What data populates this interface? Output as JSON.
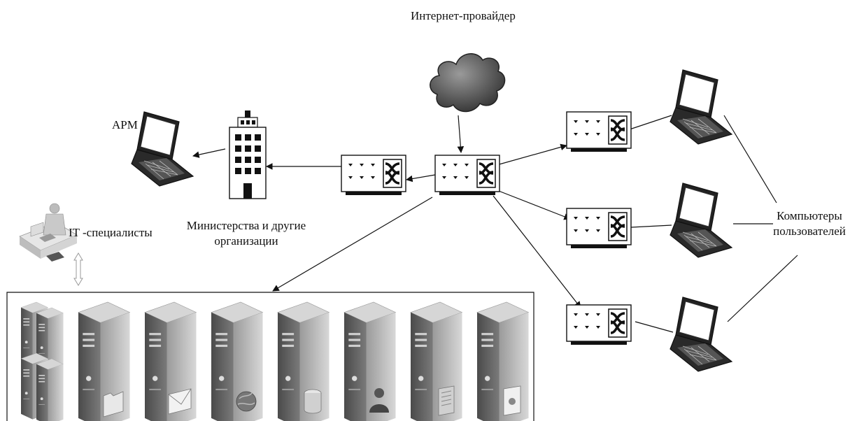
{
  "labels": {
    "isp": "Интернет-провайдер",
    "apm": "АРМ",
    "ministries_line1": "Министерства и другие",
    "ministries_line2": "организации",
    "it_specialists": "IT -специалисты",
    "users_line1": "Компьютеры",
    "users_line2": "пользователей"
  },
  "icons": {
    "cloud": "cloud-icon",
    "switch": "network-switch-icon",
    "laptop": "laptop-icon",
    "building": "office-building-icon",
    "operator": "it-operator-icon",
    "server": "tower-server-icon",
    "server_rack": "server-rack-icon"
  },
  "server_badges": [
    "none",
    "folder",
    "mail",
    "globe",
    "database",
    "user",
    "document",
    "certificate"
  ],
  "colors": {
    "line": "#111111",
    "server_dark": "#3a3a3a",
    "server_mid": "#7a7a7a",
    "server_light": "#cfcfcf",
    "cloud": "#555555"
  }
}
